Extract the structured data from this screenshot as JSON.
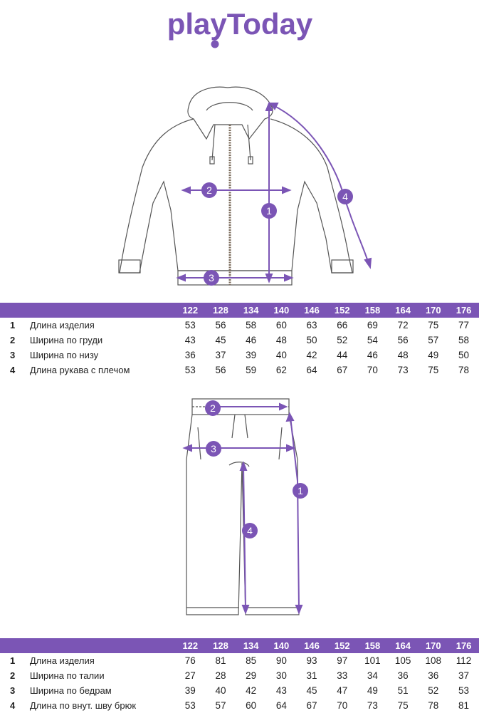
{
  "brand": {
    "name": "playToday",
    "accent_color": "#7b55b5"
  },
  "jacket": {
    "sizes": [
      "122",
      "128",
      "134",
      "140",
      "146",
      "152",
      "158",
      "164",
      "170",
      "176"
    ],
    "markers": [
      "1",
      "2",
      "3",
      "4"
    ],
    "rows": [
      {
        "num": "1",
        "label": "Длина изделия",
        "values": [
          "53",
          "56",
          "58",
          "60",
          "63",
          "66",
          "69",
          "72",
          "75",
          "77"
        ]
      },
      {
        "num": "2",
        "label": "Ширина по груди",
        "values": [
          "43",
          "45",
          "46",
          "48",
          "50",
          "52",
          "54",
          "56",
          "57",
          "58"
        ]
      },
      {
        "num": "3",
        "label": "Ширина по низу",
        "values": [
          "36",
          "37",
          "39",
          "40",
          "42",
          "44",
          "46",
          "48",
          "49",
          "50"
        ]
      },
      {
        "num": "4",
        "label": "Длина рукава с плечом",
        "values": [
          "53",
          "56",
          "59",
          "62",
          "64",
          "67",
          "70",
          "73",
          "75",
          "78"
        ]
      }
    ]
  },
  "pants": {
    "sizes": [
      "122",
      "128",
      "134",
      "140",
      "146",
      "152",
      "158",
      "164",
      "170",
      "176"
    ],
    "markers": [
      "1",
      "2",
      "3",
      "4"
    ],
    "rows": [
      {
        "num": "1",
        "label": "Длина изделия",
        "values": [
          "76",
          "81",
          "85",
          "90",
          "93",
          "97",
          "101",
          "105",
          "108",
          "112"
        ]
      },
      {
        "num": "2",
        "label": "Ширина по талии",
        "values": [
          "27",
          "28",
          "29",
          "30",
          "31",
          "33",
          "34",
          "36",
          "36",
          "37"
        ]
      },
      {
        "num": "3",
        "label": "Ширина по бедрам",
        "values": [
          "39",
          "40",
          "42",
          "43",
          "45",
          "47",
          "49",
          "51",
          "52",
          "53"
        ]
      },
      {
        "num": "4",
        "label": "Длина по внут. шву брюк",
        "values": [
          "53",
          "57",
          "60",
          "64",
          "67",
          "70",
          "73",
          "75",
          "78",
          "81"
        ]
      }
    ]
  }
}
